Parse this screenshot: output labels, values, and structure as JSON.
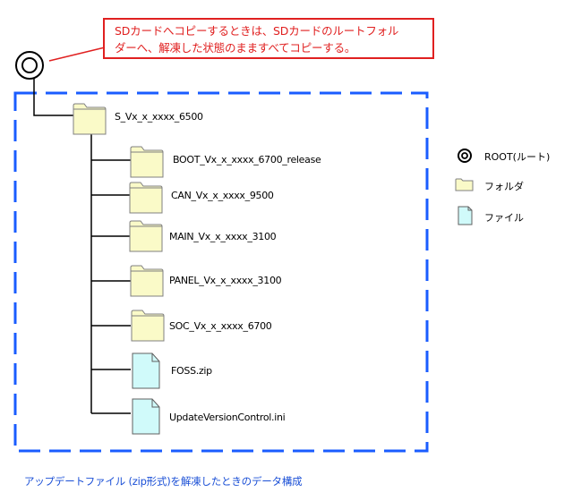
{
  "callout": {
    "line1": "SDカードへコピーするときは、SDカードのルートフォル",
    "line2": "ダーへ、解凍した状態のまますべてコピーする。"
  },
  "tree": {
    "root_folder": "S_Vx_x_xxxx_6500",
    "children": [
      {
        "type": "folder",
        "name": "BOOT_Vx_x_xxxx_6700_release"
      },
      {
        "type": "folder",
        "name": "CAN_Vx_x_xxxx_9500"
      },
      {
        "type": "folder",
        "name": "MAIN_Vx_x_xxxx_3100"
      },
      {
        "type": "folder",
        "name": "PANEL_Vx_x_xxxx_3100"
      },
      {
        "type": "folder",
        "name": "SOC_Vx_x_xxxx_6700"
      },
      {
        "type": "file",
        "name": "FOSS.zip"
      },
      {
        "type": "file",
        "name": "UpdateVersionControl.ini"
      }
    ]
  },
  "legend": {
    "root": "ROOT(ルート)",
    "folder": "フォルダ",
    "file": "ファイル"
  },
  "caption": "アップデートファイル (zip形式)を解凍したときのデータ構成",
  "colors": {
    "callout": "#e02020",
    "dashed_border": "#1a5cff",
    "folder_fill": "#fafac8",
    "file_fill": "#d0fafa",
    "caption": "#1a4fd6"
  }
}
